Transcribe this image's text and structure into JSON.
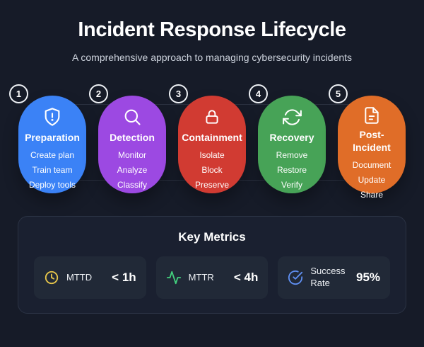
{
  "page": {
    "background": "#161b28"
  },
  "header": {
    "title": "Incident Response Lifecycle",
    "subtitle": "A comprehensive approach to managing cybersecurity incidents"
  },
  "stages": [
    {
      "number": "1",
      "name": "Preparation",
      "color": "#3b82f6",
      "icon": "shield-alert-icon",
      "items": [
        "Create plan",
        "Train team",
        "Deploy tools"
      ]
    },
    {
      "number": "2",
      "name": "Detection",
      "color": "#9c49e2",
      "icon": "search-icon",
      "items": [
        "Monitor",
        "Analyze",
        "Classify"
      ]
    },
    {
      "number": "3",
      "name": "Containment",
      "color": "#d13b32",
      "icon": "lock-icon",
      "items": [
        "Isolate",
        "Block",
        "Preserve"
      ]
    },
    {
      "number": "4",
      "name": "Recovery",
      "color": "#47a357",
      "icon": "refresh-icon",
      "items": [
        "Remove",
        "Restore",
        "Verify"
      ]
    },
    {
      "number": "5",
      "name": "Post-Incident",
      "color": "#e06d28",
      "icon": "document-icon",
      "items": [
        "Document",
        "Update",
        "Share"
      ]
    }
  ],
  "metrics": {
    "title": "Key Metrics",
    "cards": [
      {
        "icon": "clock-icon",
        "icon_color": "#e7c64a",
        "label": "MTTD",
        "value": "< 1h"
      },
      {
        "icon": "activity-icon",
        "icon_color": "#43d17e",
        "label": "MTTR",
        "value": "< 4h"
      },
      {
        "icon": "check-circle-icon",
        "icon_color": "#5f8ff2",
        "label": "Success Rate",
        "value": "95%"
      }
    ]
  }
}
